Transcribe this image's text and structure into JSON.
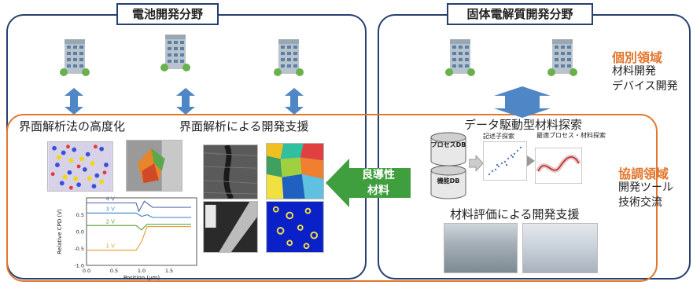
{
  "battery": {
    "title": "電池開発分野",
    "left_heading": "界面解析法の高度化",
    "right_heading": "界面解析による開発支援",
    "chart_data": {
      "type": "line",
      "xlabel": "Position (μm)",
      "ylabel": "Relative CPD (V)",
      "xlim": [
        0.0,
        2.0
      ],
      "ylim": [
        -1.0,
        1.0
      ],
      "x_ticks": [
        "0.0",
        "0.5",
        "1.0",
        "1.5"
      ],
      "y_ticks": [
        "0.5",
        "0.0",
        "-0.5",
        "-1.0"
      ],
      "series": [
        {
          "name": "4 V",
          "color": "#5b6fb0",
          "x": [
            0.0,
            0.9,
            0.95,
            1.05,
            1.2,
            1.9
          ],
          "y": [
            0.85,
            0.85,
            0.6,
            0.9,
            0.72,
            0.72
          ]
        },
        {
          "name": "3 V",
          "color": "#4a90c8",
          "x": [
            0.0,
            0.9,
            1.0,
            1.1,
            1.2,
            1.9
          ],
          "y": [
            0.55,
            0.55,
            0.45,
            0.5,
            0.42,
            0.42
          ]
        },
        {
          "name": "2 V",
          "color": "#6aa64a",
          "x": [
            0.0,
            0.9,
            1.0,
            1.1,
            1.9
          ],
          "y": [
            0.18,
            0.18,
            0.05,
            0.22,
            0.22
          ]
        },
        {
          "name": "1 V",
          "color": "#e6a23c",
          "x": [
            0.0,
            0.9,
            1.0,
            1.1,
            1.9
          ],
          "y": [
            -0.55,
            -0.55,
            -0.3,
            0.15,
            0.15
          ]
        }
      ]
    }
  },
  "solid": {
    "title": "固体電解質開発分野",
    "data_heading": "データ駆動型材料探索",
    "eval_heading": "材料評価による開発支援",
    "db1": "プロセスDB",
    "db2": "機能DB",
    "inset1_title": "記述子探索",
    "inset2_title": "最適プロセス・材料探索"
  },
  "individual": {
    "heading": "個別領域",
    "line1": "材料開発",
    "line2": "デバイス開発"
  },
  "cooperation": {
    "heading": "協調領域",
    "line1": "開発ツール",
    "line2": "技術交流"
  },
  "green_arrow": {
    "line1": "良導性",
    "line2": "材料"
  },
  "colors": {
    "navy": "#263f6e",
    "orange": "#e2762d",
    "green": "#3f9e3d",
    "arrow_blue": "#4f86c6"
  }
}
